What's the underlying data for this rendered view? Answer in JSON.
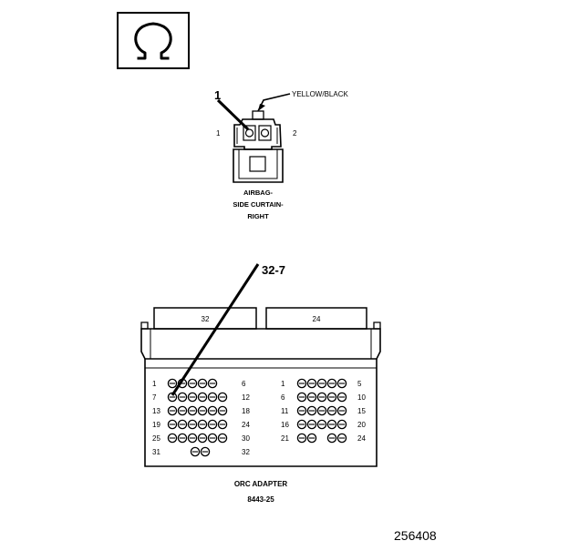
{
  "symbol": {
    "icon": "ohm-symbol-icon",
    "glyph": "Ω"
  },
  "sensor_connector": {
    "callout": "1",
    "wire_label": "YELLOW/BLACK",
    "pin_left": "1",
    "pin_right": "2",
    "name_line1": "AIRBAG-",
    "name_line2": "SIDE CURTAIN-",
    "name_line3": "RIGHT"
  },
  "adapter": {
    "callout": "32-7",
    "left_tab": "32",
    "right_tab": "24",
    "left_block": {
      "rows": [
        {
          "start": "1",
          "end": "6",
          "pins": 5
        },
        {
          "start": "7",
          "end": "12",
          "pins": 6
        },
        {
          "start": "13",
          "end": "18",
          "pins": 6
        },
        {
          "start": "19",
          "end": "24",
          "pins": 6
        },
        {
          "start": "25",
          "end": "30",
          "pins": 6
        },
        {
          "start": "31",
          "end": "32",
          "pins": 2
        }
      ]
    },
    "right_block": {
      "rows": [
        {
          "start": "1",
          "end": "5",
          "pins": 5
        },
        {
          "start": "6",
          "end": "10",
          "pins": 5
        },
        {
          "start": "11",
          "end": "15",
          "pins": 5
        },
        {
          "start": "16",
          "end": "20",
          "pins": 5
        },
        {
          "start": "21",
          "end": "24",
          "pins": 4
        }
      ]
    },
    "name": "ORC ADAPTER",
    "part_number": "8443-25"
  },
  "figure_number": "256408"
}
